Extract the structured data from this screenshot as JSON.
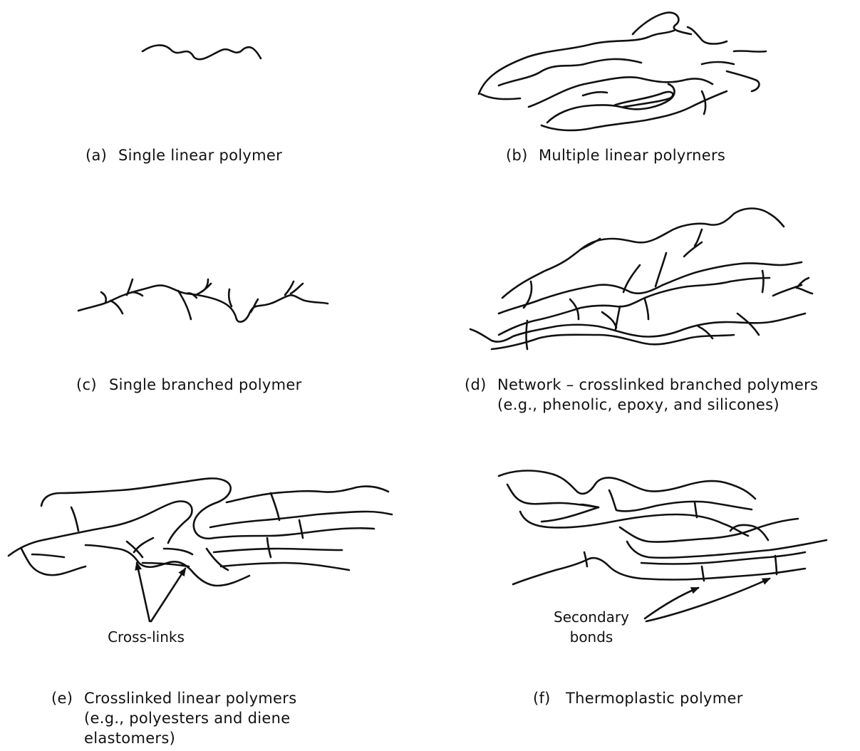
{
  "panels": {
    "a": {
      "letter": "(a)",
      "caption": "Single linear polymer"
    },
    "b": {
      "letter": "(b)",
      "caption": "Multiple linear polyrners"
    },
    "c": {
      "letter": "(c)",
      "caption": "Single branched polymer"
    },
    "d": {
      "letter": "(d)",
      "caption": "Network – crosslinked branched polymers",
      "caption2": "(e.g., phenolic, epoxy, and silicones)"
    },
    "e": {
      "letter": "(e)",
      "caption": "Crosslinked linear polymers",
      "caption2": "(e.g., polyesters and diene",
      "caption3": "elastomers)",
      "annotation": "Cross-links"
    },
    "f": {
      "letter": "(f)",
      "caption": "Thermoplastic polymer",
      "annotation_line1": "Secondary",
      "annotation_line2": "bonds"
    }
  }
}
